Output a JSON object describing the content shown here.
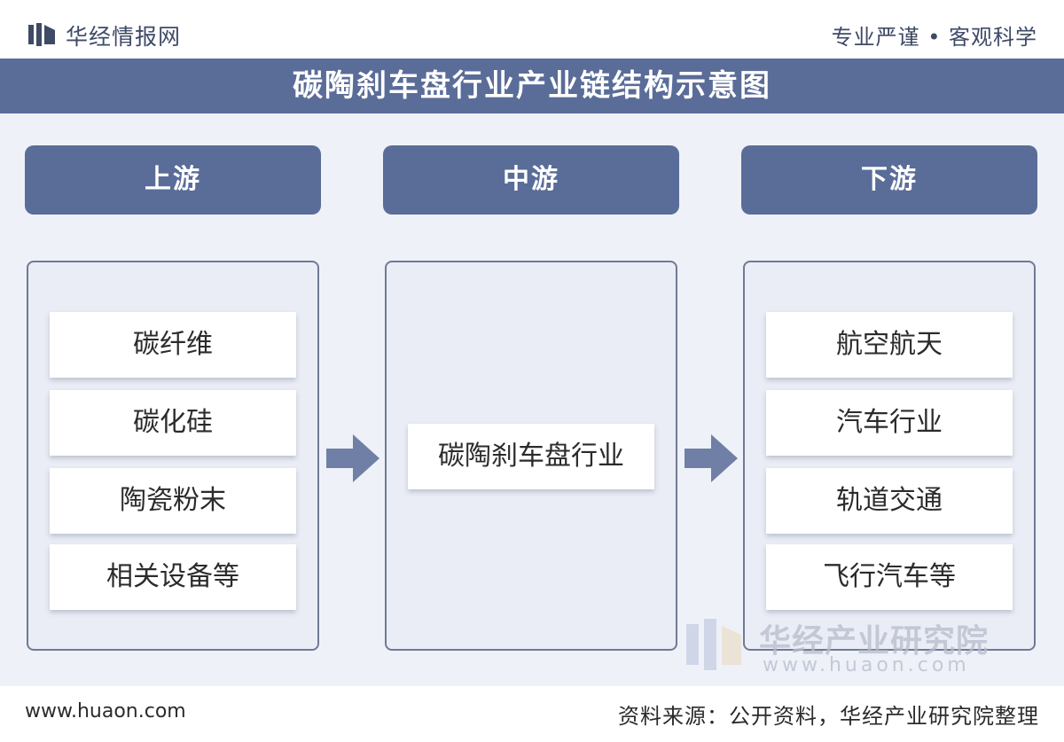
{
  "header": {
    "brand": "华经情报网",
    "slogan": "专业严谨 • 客观科学"
  },
  "title": "碳陶刹车盘行业产业链结构示意图",
  "stages": [
    {
      "label": "上游",
      "items": [
        "碳纤维",
        "碳化硅",
        "陶瓷粉末",
        "相关设备等"
      ]
    },
    {
      "label": "中游",
      "items": [
        "碳陶刹车盘行业"
      ]
    },
    {
      "label": "下游",
      "items": [
        "航空航天",
        "汽车行业",
        "轨道交通",
        "飞行汽车等"
      ]
    }
  ],
  "watermark": {
    "name": "华经产业研究院",
    "url": "www.huaon.com"
  },
  "footer": {
    "url": "www.huaon.com",
    "source": "资料来源：公开资料，华经产业研究院整理"
  },
  "colors": {
    "primary": "#5a6c98",
    "canvas_bg": "#eef1f8",
    "panel_bg": "#eaedf5",
    "panel_border": "#6f7a94",
    "arrow": "#6f7fa5",
    "watermark": "#b5bccb"
  },
  "icons": {
    "brand_logo": "bar-logo-icon",
    "arrow": "right-arrow-icon"
  }
}
